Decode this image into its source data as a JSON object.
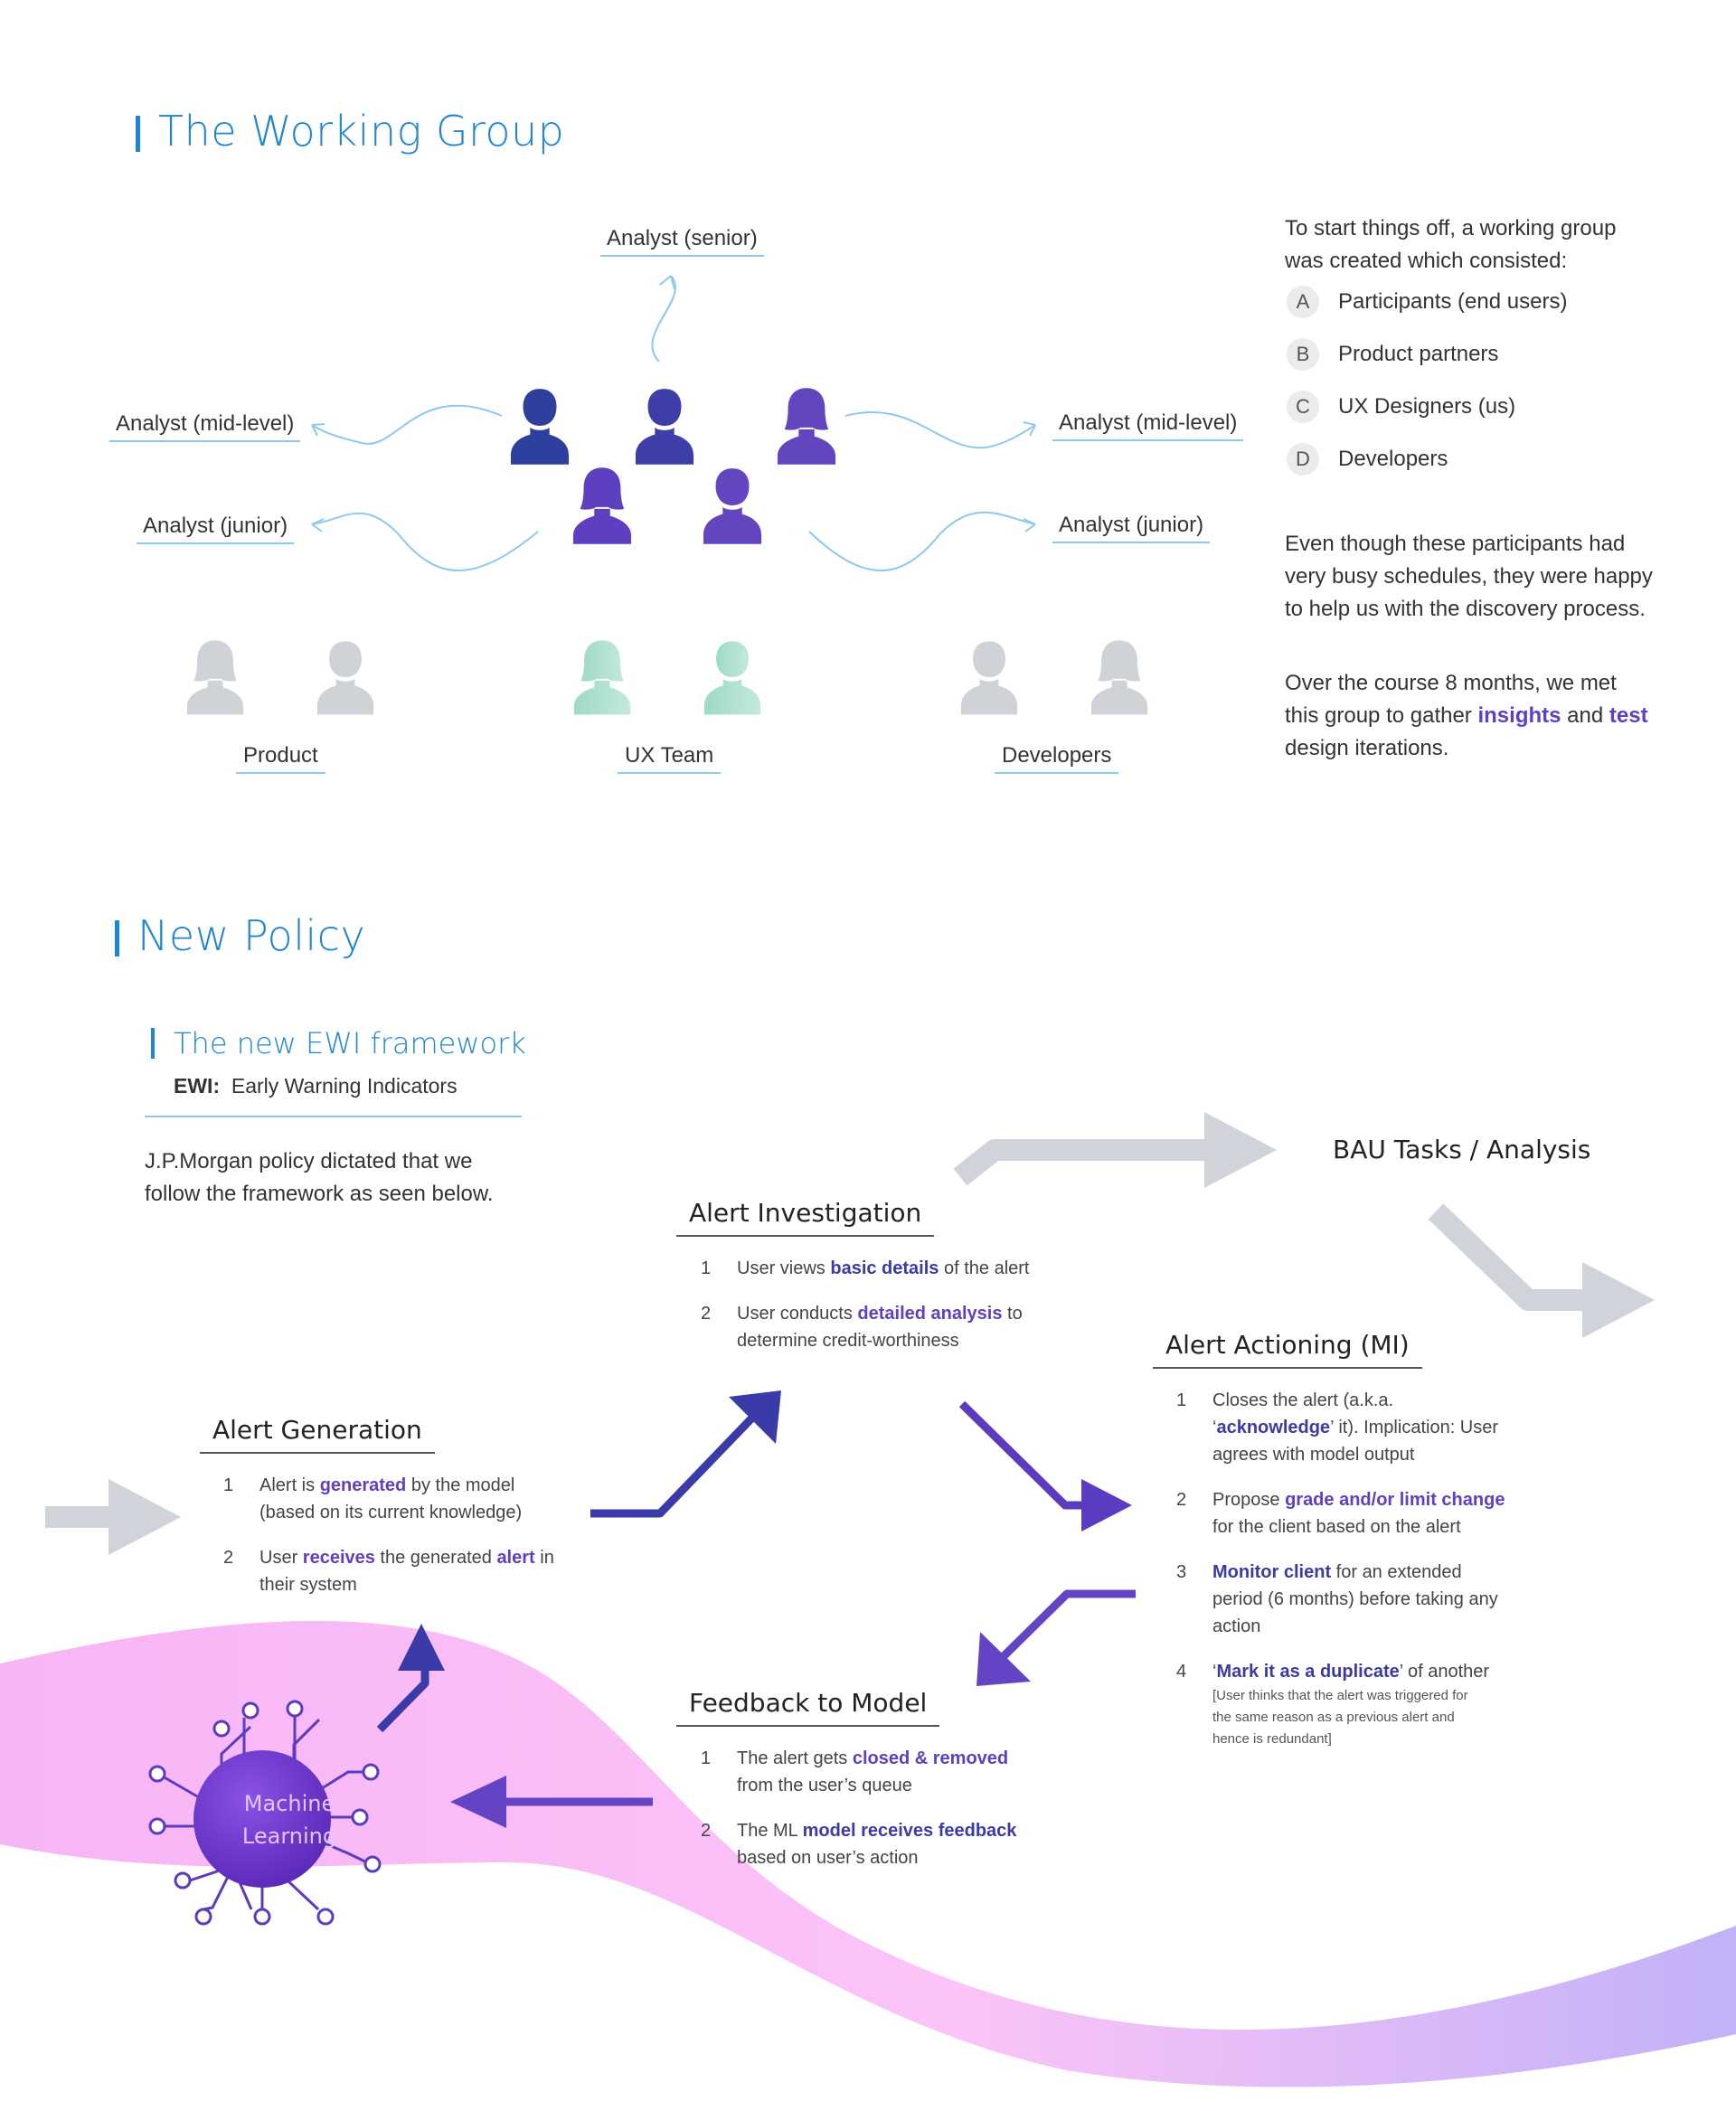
{
  "working_group": {
    "title": "The Working Group",
    "labels": {
      "senior": "Analyst (senior)",
      "mid_left": "Analyst (mid-level)",
      "mid_right": "Analyst (mid-level)",
      "junior_left": "Analyst (junior)",
      "junior_right": "Analyst (junior)"
    },
    "groups": {
      "product": "Product",
      "ux": "UX Team",
      "dev": "Developers"
    },
    "intro": "To start things off, a working group was created which consisted:",
    "members": [
      {
        "letter": "A",
        "label": "Participants (end users)"
      },
      {
        "letter": "B",
        "label": "Product partners"
      },
      {
        "letter": "C",
        "label": "UX Designers (us)"
      },
      {
        "letter": "D",
        "label": "Developers"
      }
    ],
    "para2": "Even though these participants had very busy schedules, they were happy to help us with the discovery process.",
    "para3_a": "Over the course 8 months, we met this group to gather ",
    "para3_insights": "insights",
    "para3_b": " and ",
    "para3_test": "test",
    "para3_c": " design iterations."
  },
  "new_policy": {
    "title": "New Policy",
    "framework_title": "The new EWI framework",
    "ewi_abbr": "EWI:",
    "ewi_full": "Early Warning Indicators",
    "policy_text": "J.P.Morgan policy dictated that we follow the framework as seen below.",
    "bau": "BAU Tasks / Analysis",
    "ml_line1": "Machine",
    "ml_line2": "Learning",
    "alert_generation": {
      "title": "Alert Generation",
      "s1_num": "1",
      "s1_a": "Alert is ",
      "s1_b": "generated",
      "s1_c": " by the model",
      "s1_d": "(based on its current knowledge)",
      "s2_num": "2",
      "s2_a": "User ",
      "s2_b": "receives",
      "s2_c": " the generated ",
      "s2_d": "alert",
      "s2_e": " in",
      "s2_f": "their system"
    },
    "alert_investigation": {
      "title": "Alert Investigation",
      "s1_num": "1",
      "s1_a": "User views ",
      "s1_b": "basic details",
      "s1_c": " of the alert",
      "s2_num": "2",
      "s2_a": "User conducts ",
      "s2_b": "detailed analysis",
      "s2_c": " to",
      "s2_d": "determine credit-worthiness"
    },
    "alert_actioning": {
      "title": "Alert Actioning (MI)",
      "s1_num": "1",
      "s1_a": "Closes the alert (a.k.a.",
      "s1_b": "‘",
      "s1_c": "acknowledge",
      "s1_d": "’ it). Implication: User",
      "s1_e": "agrees with model output",
      "s2_num": "2",
      "s2_a": "Propose ",
      "s2_b": "grade and/or limit change",
      "s2_c": "for the client based on the alert",
      "s3_num": "3",
      "s3_a": "Monitor client",
      "s3_b": " for an extended",
      "s3_c": "period (6 months) before taking any",
      "s3_d": "action",
      "s4_num": "4",
      "s4_a": "‘",
      "s4_b": "Mark it as a duplicate",
      "s4_c": "’ of another",
      "s4_note1": "[User thinks that the alert was triggered for",
      "s4_note2": "the same reason as a previous alert and",
      "s4_note3": "hence is redundant]"
    },
    "feedback": {
      "title": "Feedback to Model",
      "s1_num": "1",
      "s1_a": "The alert gets ",
      "s1_b": "closed & removed",
      "s1_c": "from the user’s queue",
      "s2_num": "2",
      "s2_a": "The ML ",
      "s2_b": "model receives feedback",
      "s2_c": "based on user’s action"
    }
  },
  "colors": {
    "accent_blue": "#1f86d6",
    "purple": "#5f3fc2",
    "navy": "#3a3ba8",
    "grey_arrow": "#d0d3d9",
    "teal": "#9fd9c6"
  },
  "icons": [
    "person-icon",
    "curved-arrow-icon",
    "arrow-icon",
    "circuit-node-icon"
  ]
}
